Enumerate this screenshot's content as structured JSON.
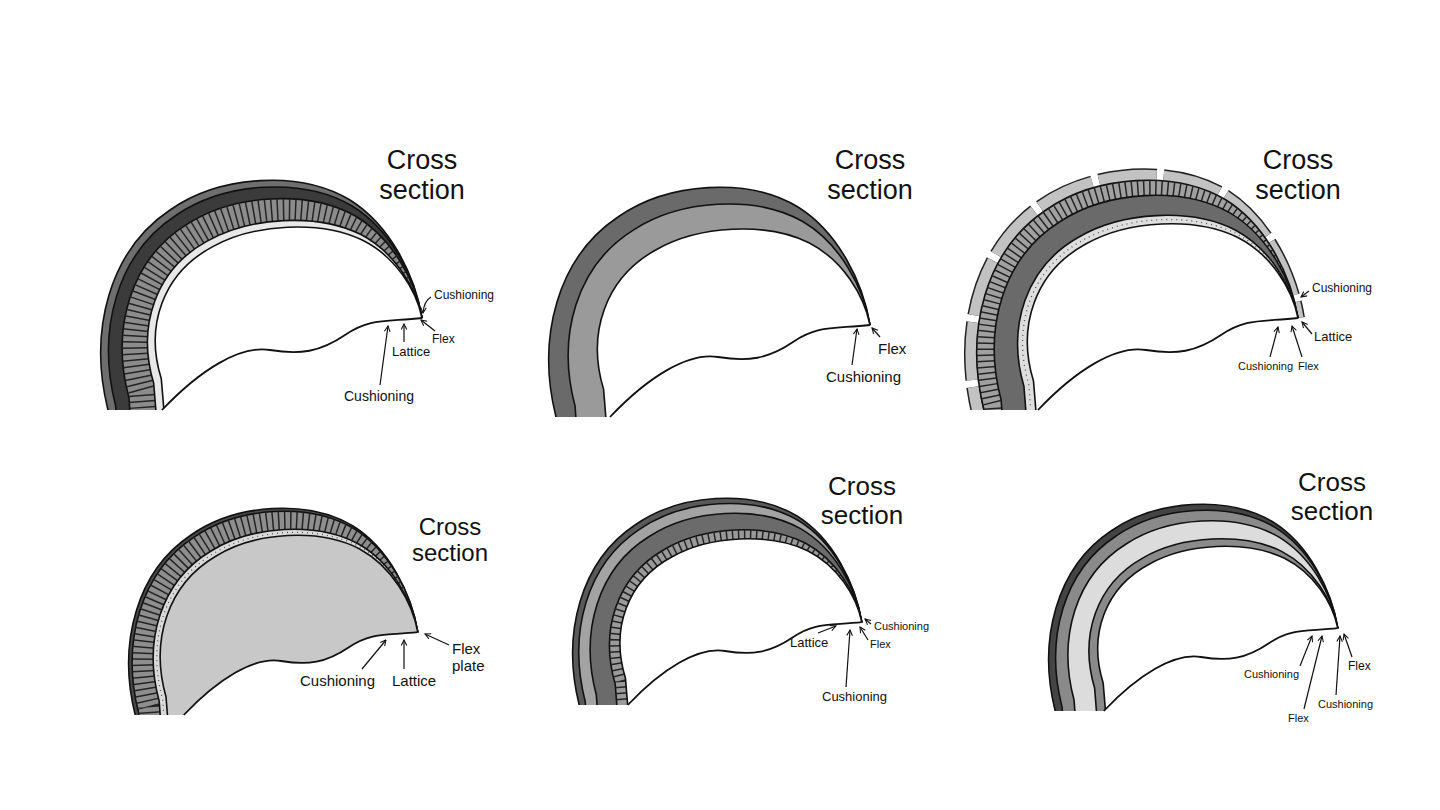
{
  "diagram": {
    "labels": [
      "Cross section",
      "Cushioning",
      "Flex",
      "Lattice",
      "Cushioning",
      "Cross section",
      "Flex",
      "Cushioning",
      "Cross section",
      "Cushioning",
      "Lattice",
      "Cushioning",
      "Flex",
      "Cross section",
      "Cushioning",
      "Lattice",
      "Flex plate",
      "Cross section",
      "Cushioning",
      "Flex",
      "Lattice",
      "Cushioning",
      "Cross section",
      "Cushioning",
      "Flex",
      "Cushioning",
      "Flex"
    ]
  }
}
